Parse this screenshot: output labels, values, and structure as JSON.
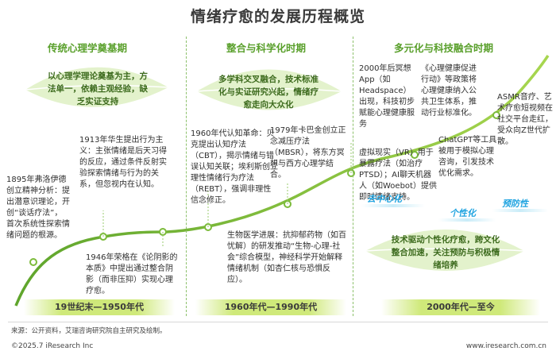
{
  "title": "情绪疗愈的发展历程概览",
  "phases": [
    {
      "name": "传统心理学奠基期",
      "era": "19世纪末—1950年代",
      "summary": "以心理学理论奠基为主，方法单一，依赖主观经验，缺乏实证支持"
    },
    {
      "name": "整合与科学化时期",
      "era": "1960年代—1990年代",
      "summary": "多学科交叉融合，技术标准化与实证研究兴起，情绪疗愈走向大众化"
    },
    {
      "name": "多元化与科技融合时期",
      "era": "2000年代—至今",
      "summary": "技术驱动个性化疗愈，跨文化整合加速，关注预防与积极情绪培养"
    }
  ],
  "events": {
    "e1895": "1895年弗洛伊德创立精神分析：提出潜意识理论，开创“谈话疗法”，首次系统性探索情绪问题的根源。",
    "e1913": "1913年华生提出行为主义：主张情绪是后天习得的反应，通过条件反射实验探索情绪与行为的关系，但忽视内在认知。",
    "e1946": "1946年荣格在《论阴影的本质》中提出通过整合阴影（而非压抑）实现心理疗愈。",
    "e1960s": "1960年代认知革命：贝克提出认知疗法（CBT），揭示情绪与错误认知关联；埃利斯创立理性情绪行为疗法（REBT），强调非理性信念修正。",
    "e1979": "1979年卡巴金创立正念减压疗法（MBSR），将东方冥想与西方心理学结合。",
    "bio": "生物医学进展：抗抑郁药物（如百忧解）的研发推动“生物-心理-社会”综合模型，神经科学开始解释情绪机制（如杏仁核与恐惧反应）。",
    "e2000": "2000年后冥想App（如Headspace）出现，科技初步赋能心理健康服务",
    "policy": "《心理健康促进行动》等政策将心理健康纳入公共卫生体系，推动行业标准化。",
    "vr": "虚拟现实（VR）用于暴露疗法（如治疗PTSD）；AI聊天机器人（如Woebot）提供即时情绪支持。",
    "gpt": "ChatGPT等工具被用于模拟心理咨询，引发技术优化需求。",
    "asmr": "ASMR音疗、艺术疗愈短视频在社交平台走红，受众向Z世代扩散。"
  },
  "tags": [
    "去中心化",
    "个性化",
    "预防性"
  ],
  "footer": {
    "source": "来源：公开资料，艾瑞咨询研究院自主研究及绘制。",
    "copyright": "©2025.7 iResearch Inc",
    "website": "www.iresearch.com.cn"
  },
  "colors": {
    "accent_green": "#5aa02c",
    "leaf_green": "#dff0c4",
    "curve": "#7cbb3b",
    "tag_blue": "#1ea3e0"
  }
}
